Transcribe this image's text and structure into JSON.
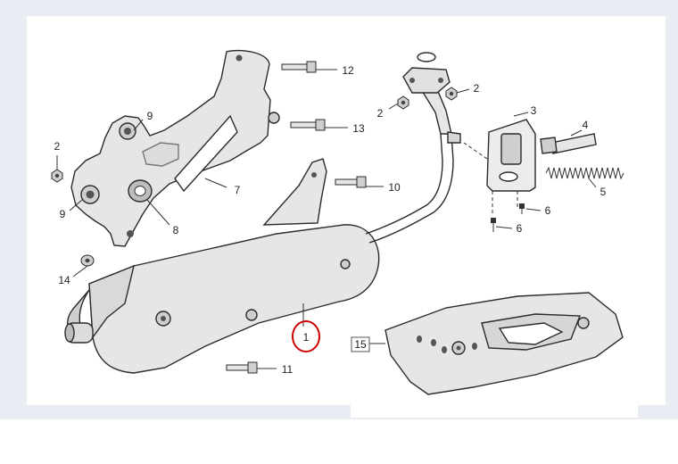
{
  "colors": {
    "frame_background": "#e9edf3",
    "canvas": "#ffffff",
    "part_fill": "#e6e6e6",
    "part_stroke": "#2b2b2b",
    "highlight_circle": "#cc0000"
  },
  "callouts": [
    {
      "id": "c1",
      "label": "1",
      "part": "muffler",
      "highlighted": true
    },
    {
      "id": "c2a",
      "label": "2",
      "part": "nut-left"
    },
    {
      "id": "c2b",
      "label": "2",
      "part": "nut-flange-left"
    },
    {
      "id": "c2c",
      "label": "2",
      "part": "nut-flange-right"
    },
    {
      "id": "c3",
      "label": "3",
      "part": "oxygen-sensor-bracket"
    },
    {
      "id": "c4",
      "label": "4",
      "part": "hose-clamp"
    },
    {
      "id": "c5",
      "label": "5",
      "part": "spring"
    },
    {
      "id": "c6a",
      "label": "6",
      "part": "screw-upper"
    },
    {
      "id": "c6b",
      "label": "6",
      "part": "screw-lower"
    },
    {
      "id": "c7",
      "label": "7",
      "part": "mounting-bracket"
    },
    {
      "id": "c8",
      "label": "8",
      "part": "bracket-bushing"
    },
    {
      "id": "c9a",
      "label": "9",
      "part": "bushing-upper"
    },
    {
      "id": "c9b",
      "label": "9",
      "part": "bushing-lower"
    },
    {
      "id": "c10",
      "label": "10",
      "part": "bolt-muffler-bracket"
    },
    {
      "id": "c11",
      "label": "11",
      "part": "bolt-bottom"
    },
    {
      "id": "c12",
      "label": "12",
      "part": "bolt-top"
    },
    {
      "id": "c13",
      "label": "13",
      "part": "bolt-middle"
    },
    {
      "id": "c14",
      "label": "14",
      "part": "washer"
    },
    {
      "id": "c15",
      "label": "15",
      "part": "heat-shield",
      "boxed": true
    }
  ]
}
